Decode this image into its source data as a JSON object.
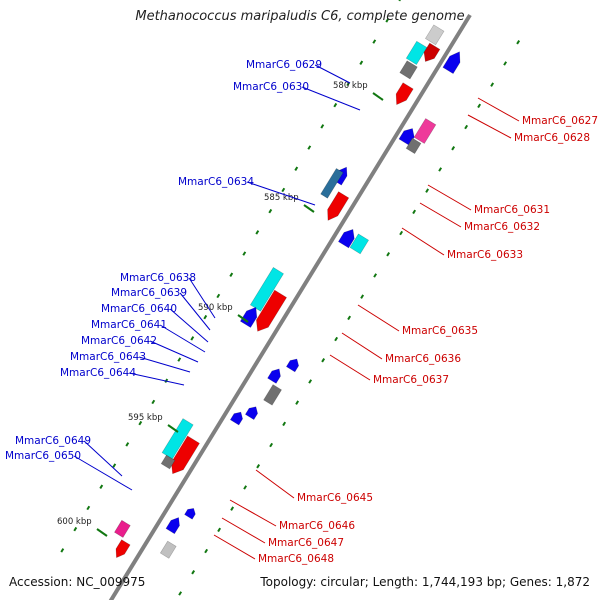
{
  "title": "Methanococcus maripaludis C6, complete genome",
  "footer": {
    "accession": "Accession: NC_009975",
    "info": "Topology: circular; Length: 1,744,193 bp; Genes: 1,872"
  },
  "ticks": [
    "580 kbp",
    "585 kbp",
    "590 kbp",
    "595 kbp",
    "600 kbp"
  ],
  "genes_left": [
    "MmarC6_0629",
    "MmarC6_0630",
    "MmarC6_0634",
    "MmarC6_0638",
    "MmarC6_0639",
    "MmarC6_0640",
    "MmarC6_0641",
    "MmarC6_0642",
    "MmarC6_0643",
    "MmarC6_0644",
    "MmarC6_0649",
    "MmarC6_0650"
  ],
  "genes_right": [
    "MmarC6_0627",
    "MmarC6_0628",
    "MmarC6_0631",
    "MmarC6_0632",
    "MmarC6_0633",
    "MmarC6_0635",
    "MmarC6_0636",
    "MmarC6_0637",
    "MmarC6_0645",
    "MmarC6_0646",
    "MmarC6_0647",
    "MmarC6_0648"
  ],
  "colors": {
    "forward_strand": "#0a00ee",
    "reverse_strand": "#ee0000",
    "left_label": "#0000cc",
    "right_label": "#cc0000",
    "backbone": "#808080",
    "rna_cyan": "#00e5e5",
    "gray_feature": "#707070",
    "tick_green": "#117711"
  }
}
